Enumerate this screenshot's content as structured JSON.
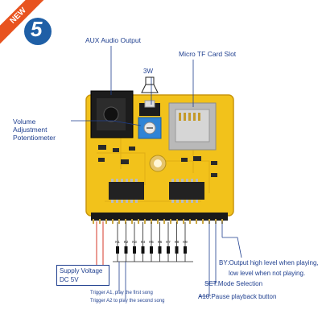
{
  "badge": {
    "text": "NEW",
    "logo": "5"
  },
  "labels": {
    "aux": "AUX Audio Output",
    "tf": "Micro TF Card Slot",
    "speaker": "3W",
    "volume": "Volume Adjustment Potentiometer",
    "supply_line1": "Supply Voltage",
    "supply_line2": "DC 5V",
    "trigger1": "Trigger A1, play the first song",
    "trigger2": "Trigger A2 to play the second song",
    "by_line1": "BY:Output high level when playing,",
    "by_line2": "low level when not playing.",
    "set": "SET:Mode Selection",
    "a10": "A10:Pause playback button"
  },
  "keys": [
    "K1",
    "K2",
    "K3",
    "K4",
    "K5",
    "K6",
    "K7",
    "K8",
    "K9"
  ],
  "colors": {
    "board": "#f2c21b",
    "board_dark": "#d9a810",
    "label": "#1f3f8f",
    "wire": "#d43a2a",
    "pin": "#1a1a1a",
    "ribbon": "#e8531f",
    "logo": "#1f5fa6"
  }
}
